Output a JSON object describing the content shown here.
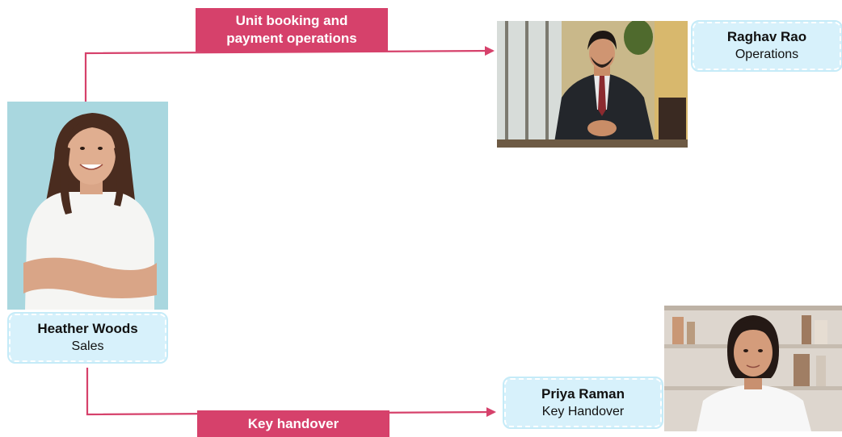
{
  "flows": [
    {
      "label_lines": [
        "Unit booking and",
        "payment operations"
      ],
      "from": "Heather Woods",
      "to": "Raghav Rao"
    },
    {
      "label_lines": [
        "Key handover"
      ],
      "from": "Heather Woods",
      "to": "Priya Raman"
    }
  ],
  "people": {
    "heather": {
      "name": "Heather Woods",
      "role": "Sales"
    },
    "raghav": {
      "name": "Raghav Rao",
      "role": "Operations"
    },
    "priya": {
      "name": "Priya Raman",
      "role": "Key Handover"
    }
  },
  "colors": {
    "accent": "#d6416b",
    "card_bg": "#d7f1fb"
  }
}
